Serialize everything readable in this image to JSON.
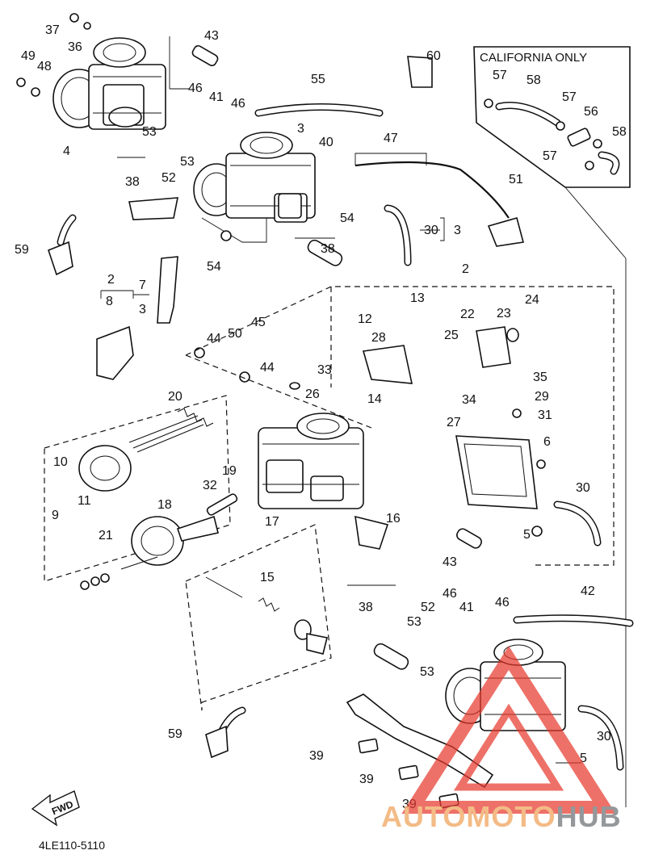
{
  "diagram": {
    "drawing_code": "4LE110-5110",
    "inset_title": "CALIFORNIA ONLY",
    "fwd_label": "FWD",
    "watermark": {
      "part1": "AUTOMOTO",
      "part2": "HUB",
      "color_primary": "#e63a2e",
      "color_secondary": "#8a8d90"
    },
    "callouts": [
      "37",
      "36",
      "49",
      "48",
      "4",
      "43",
      "46",
      "41",
      "46",
      "53",
      "53",
      "52",
      "38",
      "55",
      "3",
      "40",
      "60",
      "57",
      "58",
      "57",
      "56",
      "57",
      "58",
      "47",
      "51",
      "59",
      "54",
      "54",
      "38",
      "30",
      "3",
      "2",
      "8",
      "7",
      "3",
      "13",
      "12",
      "28",
      "22",
      "23",
      "24",
      "25",
      "35",
      "34",
      "29",
      "31",
      "14",
      "44",
      "50",
      "45",
      "44",
      "33",
      "26",
      "20",
      "10",
      "11",
      "9",
      "19",
      "27",
      "6",
      "32",
      "18",
      "17",
      "16",
      "21",
      "15",
      "43",
      "38",
      "30",
      "5",
      "46",
      "52",
      "41",
      "53",
      "46",
      "42",
      "53",
      "59",
      "39",
      "39",
      "39",
      "30",
      "5",
      "2"
    ]
  }
}
